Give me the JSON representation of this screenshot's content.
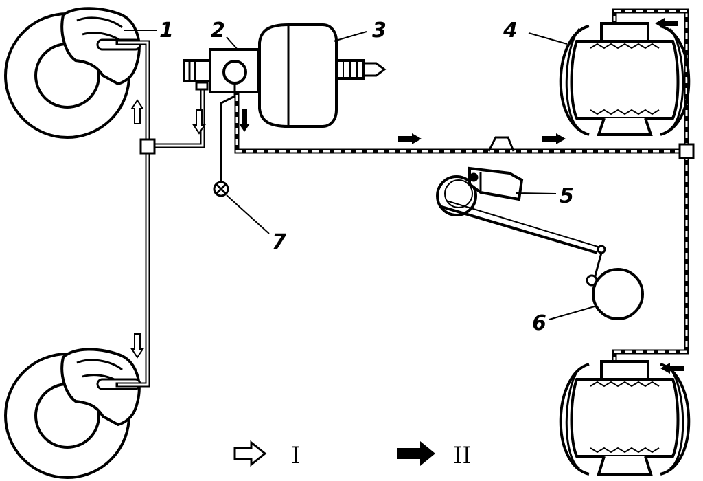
{
  "callouts": {
    "c1": "1",
    "c2": "2",
    "c3": "3",
    "c4": "4",
    "c5": "5",
    "c6": "6",
    "c7": "7"
  },
  "legend": {
    "circuit_1": "I",
    "circuit_2": "II"
  }
}
